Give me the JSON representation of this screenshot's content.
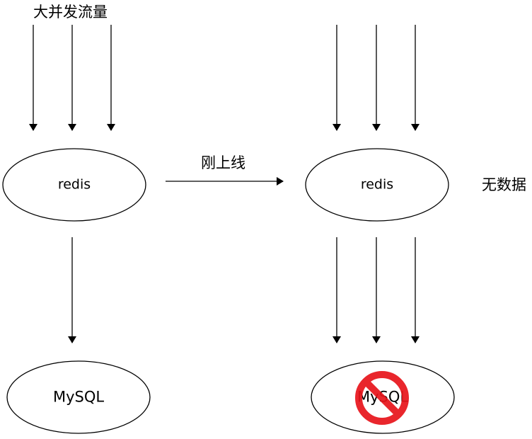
{
  "labels": {
    "traffic": "大并发流量",
    "launch": "刚上线",
    "no_data": "无数据"
  },
  "left": {
    "cache": "redis",
    "database": "MySQL"
  },
  "right": {
    "cache": "redis",
    "database": "MySQL"
  },
  "icons": {
    "blocked": "prohibited-icon"
  },
  "colors": {
    "prohibited": "#e8141b",
    "stroke": "#000000"
  }
}
